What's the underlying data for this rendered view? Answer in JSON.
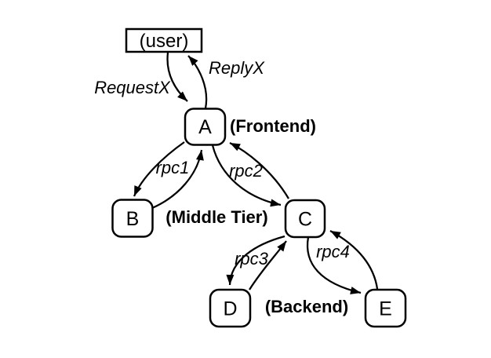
{
  "diagram": {
    "description": "RPC call graph with a user, frontend, middle tier and backend services",
    "colors": {
      "ink": "#000000",
      "background": "#ffffff"
    },
    "nodes": {
      "user": {
        "label": "(user)",
        "shape": "rectangle"
      },
      "a": {
        "label": "A",
        "shape": "rounded-rectangle"
      },
      "b": {
        "label": "B",
        "shape": "rounded-rectangle"
      },
      "c": {
        "label": "C",
        "shape": "rounded-rectangle"
      },
      "d": {
        "label": "D",
        "shape": "rounded-rectangle"
      },
      "e": {
        "label": "E",
        "shape": "rounded-rectangle"
      }
    },
    "tier_labels": {
      "frontend": "(Frontend)",
      "middle": "(Middle Tier)",
      "backend": "(Backend)"
    },
    "edge_labels": {
      "request": "RequestX",
      "reply": "ReplyX",
      "rpc1": "rpc1",
      "rpc2": "rpc2",
      "rpc3": "rpc3",
      "rpc4": "rpc4"
    },
    "edges": [
      {
        "from": "(user)",
        "to": "A",
        "label": "RequestX"
      },
      {
        "from": "A",
        "to": "(user)",
        "label": "ReplyX"
      },
      {
        "from": "A",
        "to": "B",
        "label": "rpc1"
      },
      {
        "from": "B",
        "to": "A",
        "label": "rpc1"
      },
      {
        "from": "A",
        "to": "C",
        "label": "rpc2"
      },
      {
        "from": "C",
        "to": "A",
        "label": "rpc2"
      },
      {
        "from": "C",
        "to": "D",
        "label": "rpc3"
      },
      {
        "from": "D",
        "to": "C",
        "label": "rpc3"
      },
      {
        "from": "C",
        "to": "E",
        "label": "rpc4"
      },
      {
        "from": "E",
        "to": "C",
        "label": "rpc4"
      }
    ]
  }
}
